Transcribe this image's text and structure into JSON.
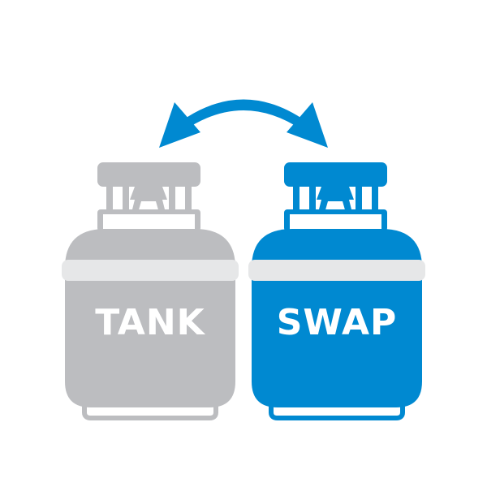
{
  "illustration": {
    "title": "Tank Swap",
    "left_tank": {
      "label": "TANK",
      "color": "#bcbdc0"
    },
    "right_tank": {
      "label": "SWAP",
      "color": "#0089d1"
    },
    "band_color": "#e6e7e8",
    "arrow": {
      "icon": "double-arrow-curved-icon",
      "color": "#0089d1"
    }
  }
}
